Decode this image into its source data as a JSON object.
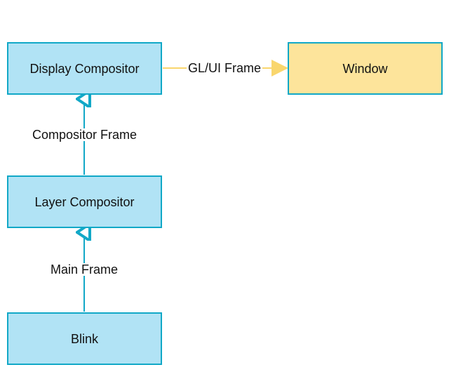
{
  "nodes": {
    "display_compositor": "Display Compositor",
    "window": "Window",
    "layer_compositor": "Layer Compositor",
    "blink": "Blink"
  },
  "edges": {
    "gl_ui_frame": "GL/UI Frame",
    "compositor_frame": "Compositor Frame",
    "main_frame": "Main Frame"
  },
  "colors": {
    "blue_fill": "#b1e3f5",
    "blue_stroke": "#11a8c7",
    "yellow_fill": "#fde49b",
    "yellow_arrow": "#f9d66d"
  }
}
